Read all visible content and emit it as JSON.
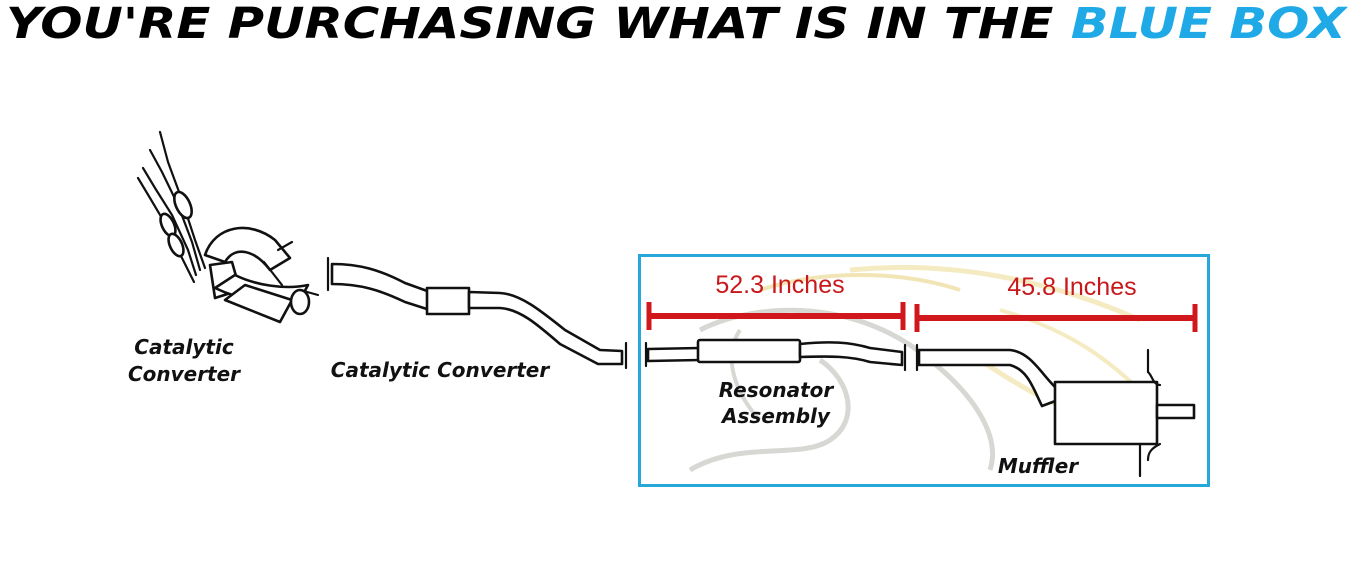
{
  "headline": {
    "prefix": "YOU'RE PURCHASING WHAT IS IN THE",
    "highlight": "BLUE BOX",
    "prefix_color": "#000000",
    "highlight_color": "#1fa9e6"
  },
  "box_color": "#27a8d8",
  "measure_color": "#d0181c",
  "measurements": {
    "left": "52.3 Inches",
    "right": "45.8 Inches"
  },
  "parts": {
    "manifold_line1": "Catalytic",
    "manifold_line2": "Converter",
    "front_pipe": "Catalytic Converter",
    "resonator_line1": "Resonator",
    "resonator_line2": "Assembly",
    "muffler": "Muffler"
  }
}
